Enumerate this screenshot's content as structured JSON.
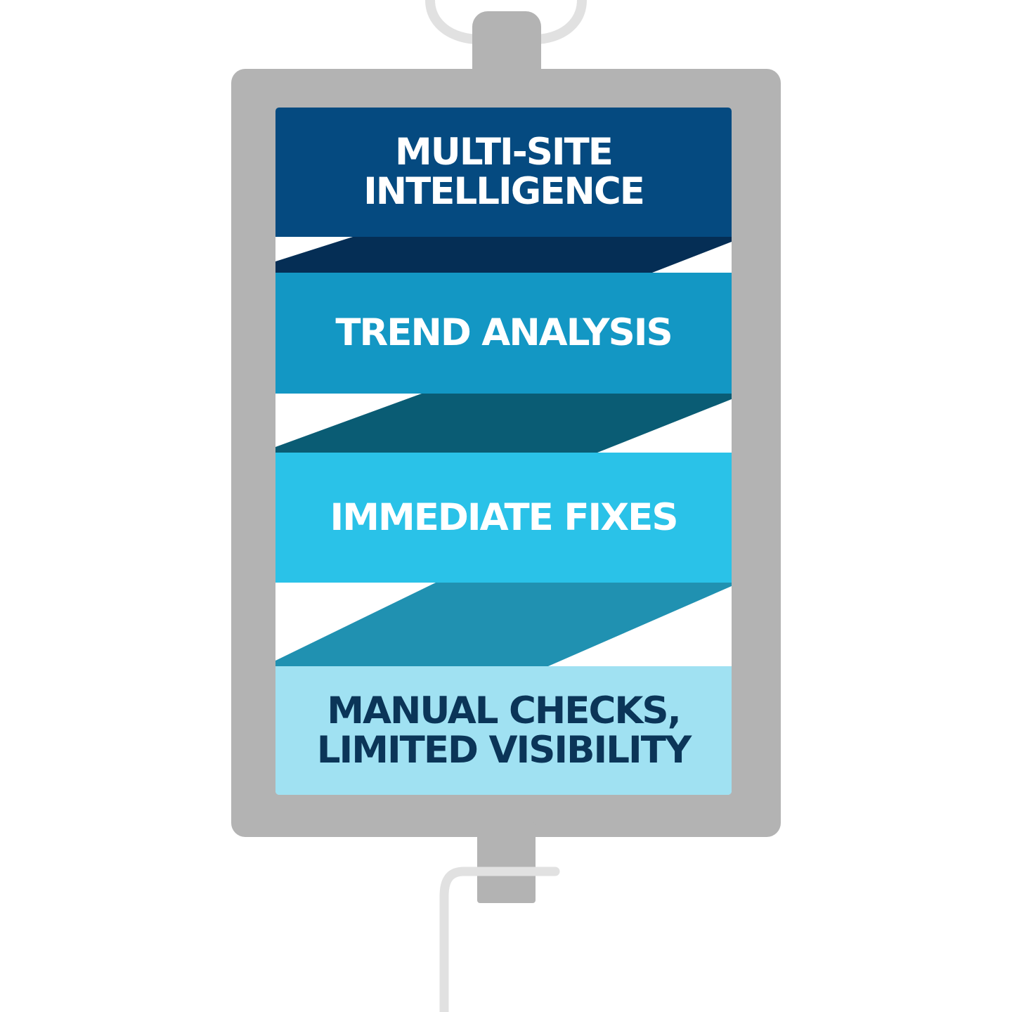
{
  "colors": {
    "bag": "#b3b3b3",
    "tube": "#e1e1e1",
    "band_1": "#054a80",
    "band_2": "#1397c4",
    "band_3": "#2ac2e8",
    "band_4": "#a0e1f2",
    "ribbon_1": "#052e55",
    "ribbon_2": "#0a5c74",
    "ribbon_3": "#2091b1",
    "text_light": "#ffffff",
    "text_dark": "#0b3558"
  },
  "bands": [
    {
      "lines": [
        "MULTI-SITE",
        "INTELLIGENCE"
      ]
    },
    {
      "lines": [
        "TREND ANALYSIS"
      ]
    },
    {
      "lines": [
        "IMMEDIATE FIXES"
      ]
    },
    {
      "lines": [
        "MANUAL CHECKS,",
        "LIMITED VISIBILITY"
      ]
    }
  ]
}
